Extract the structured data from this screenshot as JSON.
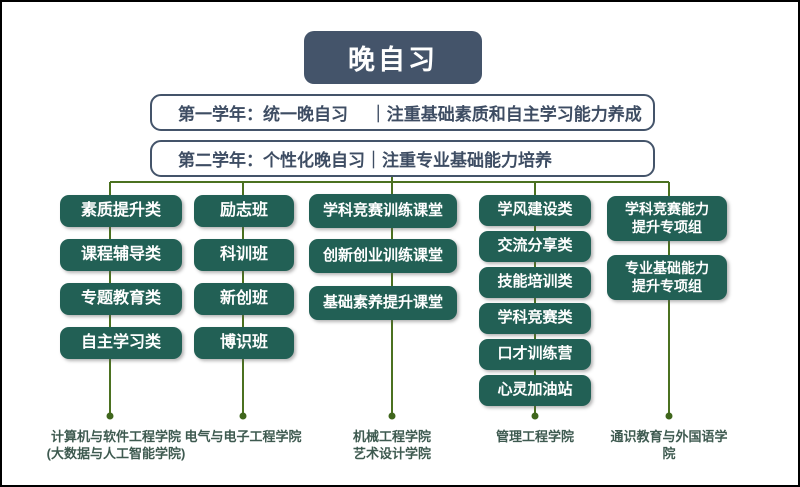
{
  "title": "晚自习",
  "years": [
    {
      "label": "第一学年：统一晚自习　 ｜注重基础素质和自主学习能力养成"
    },
    {
      "label": "第二学年：个性化晚自习｜注重专业基础能力培养"
    }
  ],
  "columns": [
    {
      "items": [
        "素质提升类",
        "课程辅导类",
        "专题教育类",
        "自主学习类"
      ],
      "college": "计算机与软件工程学院\n(大数据与人工智能学院)"
    },
    {
      "items": [
        "励志班",
        "科训班",
        "新创班",
        "博识班"
      ],
      "college": "电气与电子工程学院"
    },
    {
      "items": [
        "学科竞赛训练课堂",
        "创新创业训练课堂",
        "基础素养提升课堂"
      ],
      "college": "机械工程学院\n艺术设计学院"
    },
    {
      "items": [
        "学风建设类",
        "交流分享类",
        "技能培训类",
        "学科竞赛类",
        "口才训练营",
        "心灵加油站"
      ],
      "college": "管理工程学院"
    },
    {
      "items": [
        "学科竞赛能力\n提升专项组",
        "专业基础能力\n提升专项组"
      ],
      "college": "通识教育与外国语学院"
    }
  ],
  "colors": {
    "title_bg": "#44546A",
    "year_border": "#44546A",
    "year_text": "#3E4D63",
    "box_bg": "#226055",
    "box_text": "#FFFFFF",
    "connector": "#4B7120",
    "dot": "#3F661C",
    "college_text": "#3E5A50"
  }
}
